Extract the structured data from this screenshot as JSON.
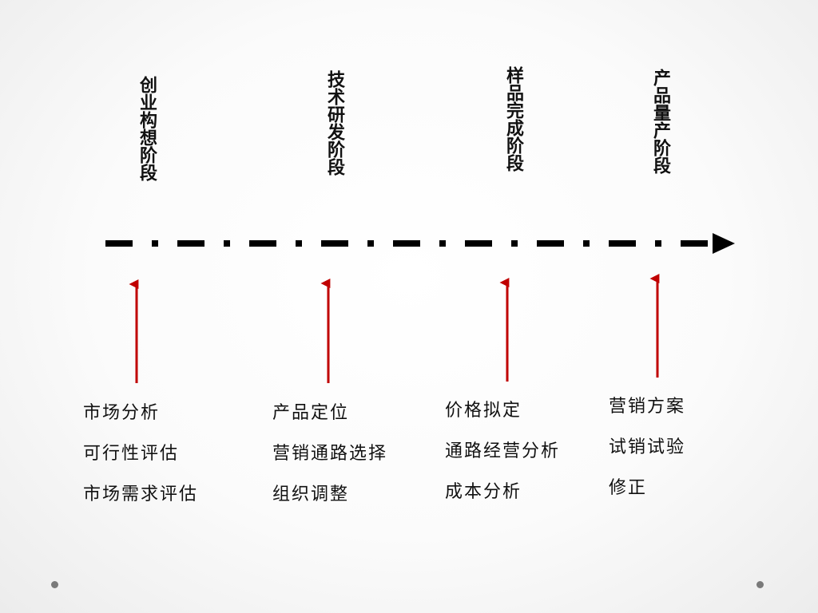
{
  "stages": [
    {
      "title": "创业构想阶段",
      "tasks": [
        "市场分析",
        "可行性评估",
        "市场需求评估"
      ]
    },
    {
      "title": "技术研发阶段",
      "tasks": [
        "产品定位",
        "营销通路选择",
        "组织调整"
      ]
    },
    {
      "title": "样品完成阶段",
      "tasks": [
        "价格拟定",
        "通路经营分析",
        "成本分析"
      ]
    },
    {
      "title": "产品量产阶段",
      "tasks": [
        "营销方案",
        "试销试验",
        "修正"
      ]
    }
  ],
  "colors": {
    "timeline": "#000000",
    "pointer_arrow": "#c00000",
    "text": "#111111"
  }
}
